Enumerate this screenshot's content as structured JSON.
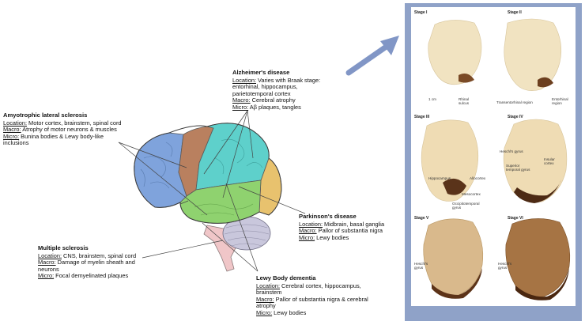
{
  "colors": {
    "frontal": "#7fa3dc",
    "motor": "#b9805f",
    "parietal": "#5ed0cb",
    "occipital": "#e8c26e",
    "temporal": "#8fd26f",
    "cerebellum": "#c9c7dc",
    "brainstem": "#f0c6c8",
    "panel_border": "#8fa2c8",
    "arrow": "#8196c6"
  },
  "als": {
    "title": "Amyotrophic lateral sclerosis",
    "location_key": "Location:",
    "location": " Motor cortex, brainstem, spinal cord",
    "macro_key": "Macro:",
    "macro": " Atrophy of motor neurons & muscles",
    "micro_key": "Micro:",
    "micro": " Bunina bodies & Lewy body-like",
    "micro2": "inclusions"
  },
  "alz": {
    "title": "Alzheimer's disease",
    "location_key": "Location:",
    "location": " Varies with Braak stage:",
    "location2": "entorhinal, hippocampus,",
    "location3": "parietotemporal cortex",
    "macro_key": "Macro:",
    "macro": " Cerebral atrophy",
    "micro_key": "Micro:",
    "micro": " Aβ plaques, tangles"
  },
  "pd": {
    "title": "Parkinson's disease",
    "location_key": "Location:",
    "location": " Midbrain, basal ganglia",
    "macro_key": "Macro:",
    "macro": " Pallor of substantia nigra",
    "micro_key": "Micro:",
    "micro": " Lewy bodies"
  },
  "ms": {
    "title": "Multiple sclerosis",
    "location_key": "Location:",
    "location": " CNS, brainstem, spinal cord",
    "macro_key": "Macro:",
    "macro": " Damage of myelin sheath and",
    "macro2": "neurons",
    "micro_key": "Micro:",
    "micro": " Focal demyelinated plaques"
  },
  "lbd": {
    "title": "Lewy Body dementia",
    "location_key": "Location:",
    "location": " Cerebral cortex, hippocampus,",
    "location2": "brainstem",
    "macro_key": "Macro:",
    "macro": " Pallor of substantia nigra & cerebral",
    "macro2": "atrophy",
    "micro_key": "Micro:",
    "micro": " Lewy bodies"
  },
  "panel": {
    "stages": [
      "Stage I",
      "Stage II",
      "Stage III",
      "Stage IV",
      "Stage V",
      "Stage VI"
    ],
    "labels": {
      "scale": "1 cm",
      "rhinal": "Rhinal sulcus",
      "transentorhinal": "Transentorhinal region",
      "entorhinal": "Entorhinal region",
      "hippocampus": "Hippocampus",
      "allocortex": "Allocortex",
      "mesocortex": "Mesocortex",
      "occipitotemporal": "Occipitotemporal gyrus",
      "heschl4": "Heschl's gyrus",
      "superior_temporal": "Superior temporal gyrus",
      "insular": "Insular cortex",
      "heschl5": "Heschl's gyrus",
      "heschl6": "Heschl's gyrus"
    }
  }
}
